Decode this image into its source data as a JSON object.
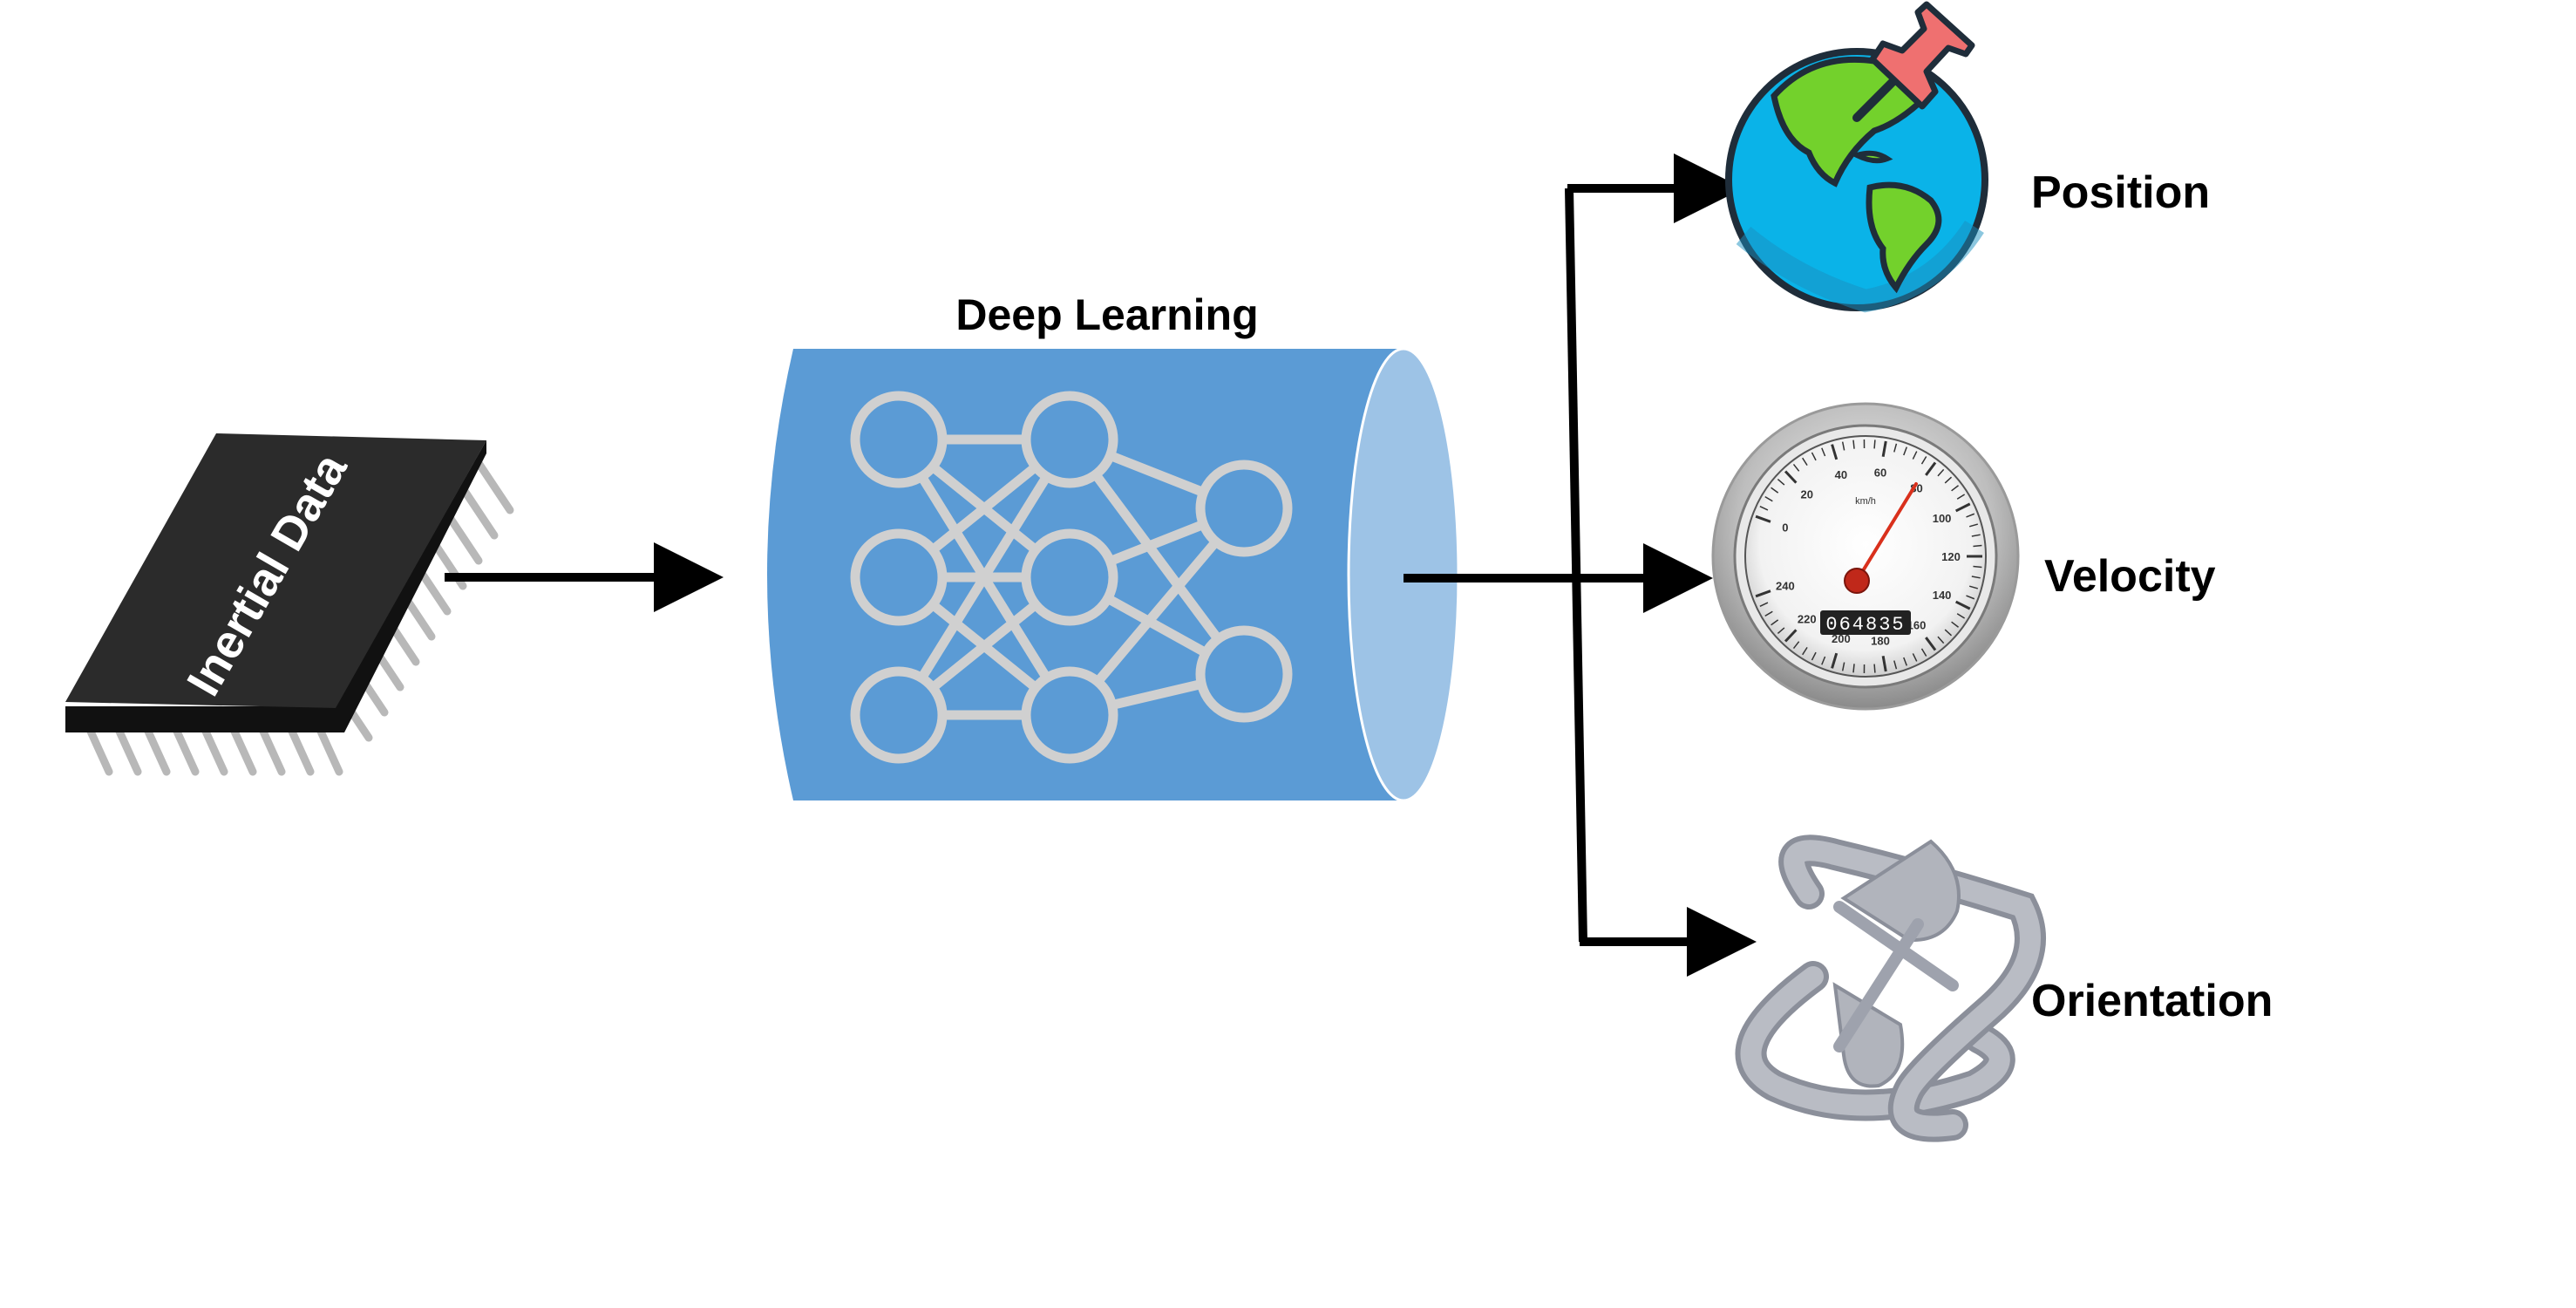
{
  "diagram": {
    "input": {
      "label": "Inertial Data",
      "icon": "microchip-icon"
    },
    "model": {
      "title": "Deep Learning",
      "icon": "neural-network-icon",
      "body_color": "#5b9bd5",
      "cap_color": "#9dc3e6"
    },
    "outputs": [
      {
        "label": "Position",
        "icon": "globe-pin-icon"
      },
      {
        "label": "Velocity",
        "icon": "speedometer-icon"
      },
      {
        "label": "Orientation",
        "icon": "rotation-axes-icon"
      }
    ],
    "speedometer": {
      "unit": "km/h",
      "ticks": [
        "0",
        "20",
        "40",
        "60",
        "80",
        "100",
        "120",
        "140",
        "160",
        "180",
        "200",
        "220",
        "240"
      ],
      "odometer": "064835"
    }
  }
}
